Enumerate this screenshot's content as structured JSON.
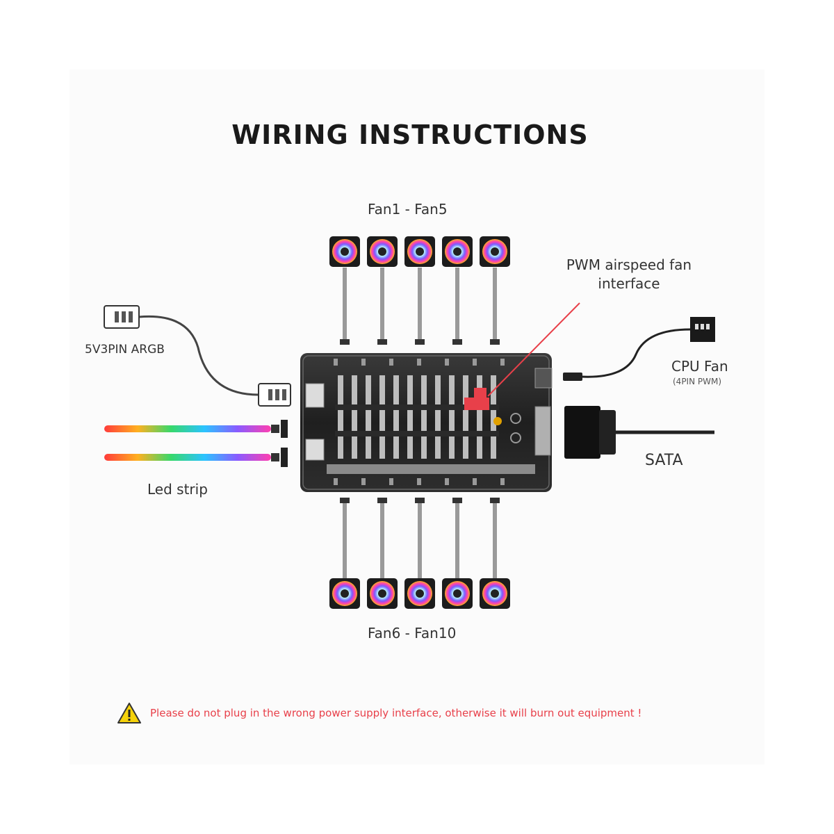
{
  "title": "WIRING INSTRUCTIONS",
  "labels": {
    "fans_top": "Fan1 - Fan5",
    "fans_bottom": "Fan6 - Fan10",
    "pwm": "PWM airspeed fan interface",
    "argb": "5V3PIN ARGB",
    "cpu_fan": "CPU Fan",
    "cpu_fan_sub": "(4PIN PWM)",
    "sata": "SATA",
    "led_strip": "Led strip"
  },
  "warning": {
    "icon": "warning-triangle-icon",
    "text": "Please do not plug in the wrong power supply interface, otherwise it will burn out equipment !"
  },
  "colors": {
    "accent_red": "#e8404a",
    "hub_body": "#2b2b2b",
    "cable": "#444444"
  }
}
